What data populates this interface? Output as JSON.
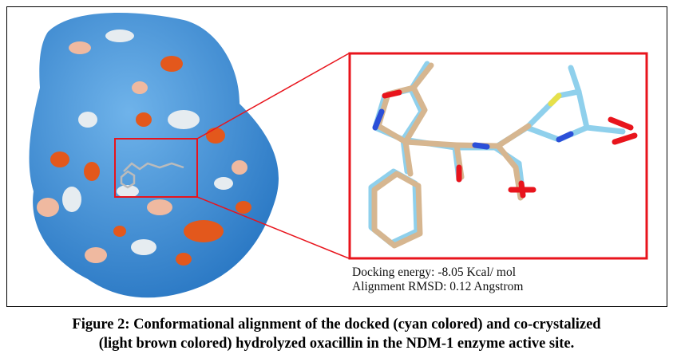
{
  "figure": {
    "annotations": {
      "docking_energy": "Docking energy: -8.05 Kcal/ mol",
      "alignment_rmsd": "Alignment RMSD: 0.12 Angstrom"
    },
    "caption_line1": "Figure 2: Conformational alignment of the docked (cyan colored) and co-crystalized",
    "caption_line2": "(light brown colored) hydrolyzed oxacillin in the NDM-1 enzyme active site.",
    "colors": {
      "highlight_box": "#e8141c",
      "protein_blue": "#3f8fd6",
      "protein_orange": "#e0561a",
      "docked_ligand": "#8fd0ec",
      "crystal_ligand": "#d6b690"
    }
  }
}
